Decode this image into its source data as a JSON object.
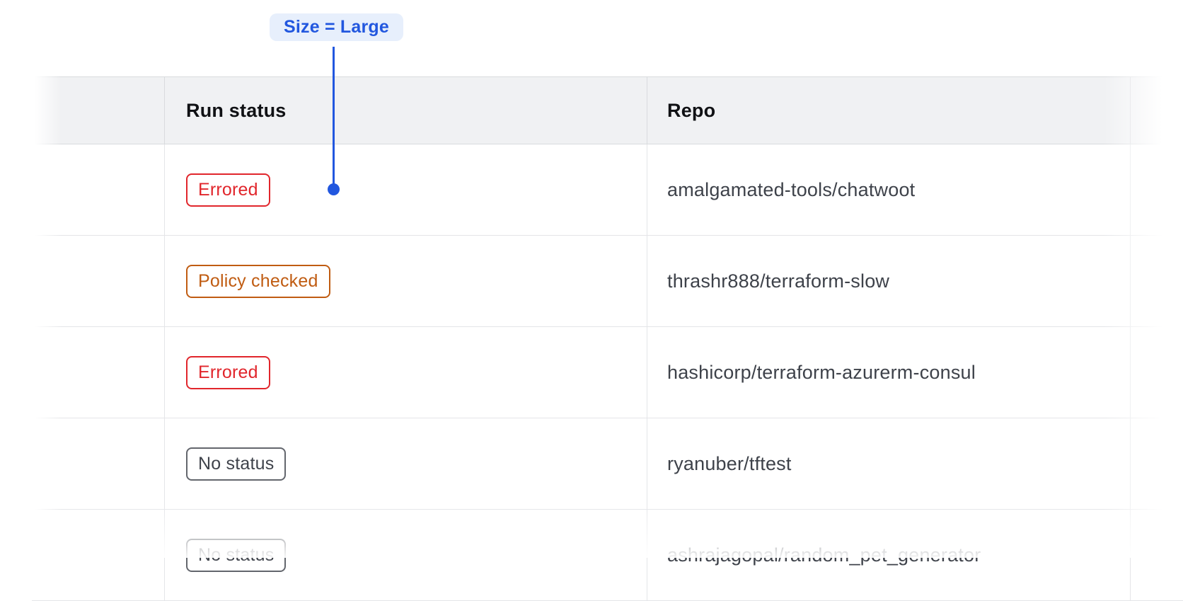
{
  "annotation": {
    "label": "Size = Large",
    "accent_color": "#2257df",
    "pill_bg_color": "#e7effc"
  },
  "table": {
    "columns": [
      {
        "label": ""
      },
      {
        "label": "Run status"
      },
      {
        "label": "Repo"
      }
    ],
    "rows": [
      {
        "status": "Errored",
        "variant": "critical",
        "repo": "amalgamated-tools/chatwoot"
      },
      {
        "status": "Policy checked",
        "variant": "warning",
        "repo": "thrashr888/terraform-slow"
      },
      {
        "status": "Errored",
        "variant": "critical",
        "repo": "hashicorp/terraform-azurerm-consul"
      },
      {
        "status": "No status",
        "variant": "neutral",
        "repo": "ryanuber/tftest"
      },
      {
        "status": "No status",
        "variant": "neutral",
        "repo": "ashrajagopal/random_pet_generator"
      }
    ]
  },
  "badge_styles": {
    "critical": {
      "text": "#e1262c",
      "border": "#e1262c"
    },
    "warning": {
      "text": "#c05c12",
      "border": "#c05c12"
    },
    "neutral": {
      "text": "#3f434b",
      "border": "#63666d"
    }
  }
}
